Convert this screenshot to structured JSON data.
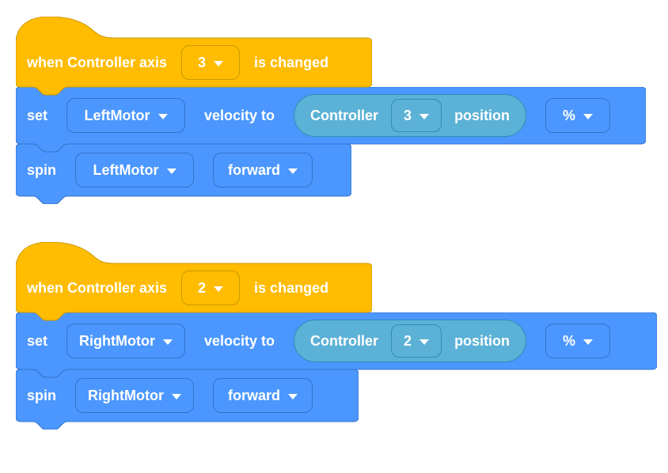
{
  "palette": {
    "event_fill": "#FFBC00",
    "event_border": "#CC9900",
    "motion_fill": "#4C97FF",
    "motion_border": "#3373CC",
    "sensor_fill": "#5CB1D6",
    "sensor_border": "#2E8EB8",
    "text_color": "#FFFFFF"
  },
  "stacks": [
    {
      "hat": {
        "prefix": "when Controller axis",
        "axis": "3",
        "suffix": "is changed"
      },
      "set_velocity": {
        "verb": "set",
        "motor": "LeftMotor",
        "connector": "velocity to",
        "reporter": {
          "device": "Controller",
          "axis": "3",
          "property": "position"
        },
        "unit": "%"
      },
      "spin": {
        "verb": "spin",
        "motor": "LeftMotor",
        "direction": "forward"
      }
    },
    {
      "hat": {
        "prefix": "when Controller axis",
        "axis": "2",
        "suffix": "is changed"
      },
      "set_velocity": {
        "verb": "set",
        "motor": "RightMotor",
        "connector": "velocity to",
        "reporter": {
          "device": "Controller",
          "axis": "2",
          "property": "position"
        },
        "unit": "%"
      },
      "spin": {
        "verb": "spin",
        "motor": "RightMotor",
        "direction": "forward"
      }
    }
  ]
}
